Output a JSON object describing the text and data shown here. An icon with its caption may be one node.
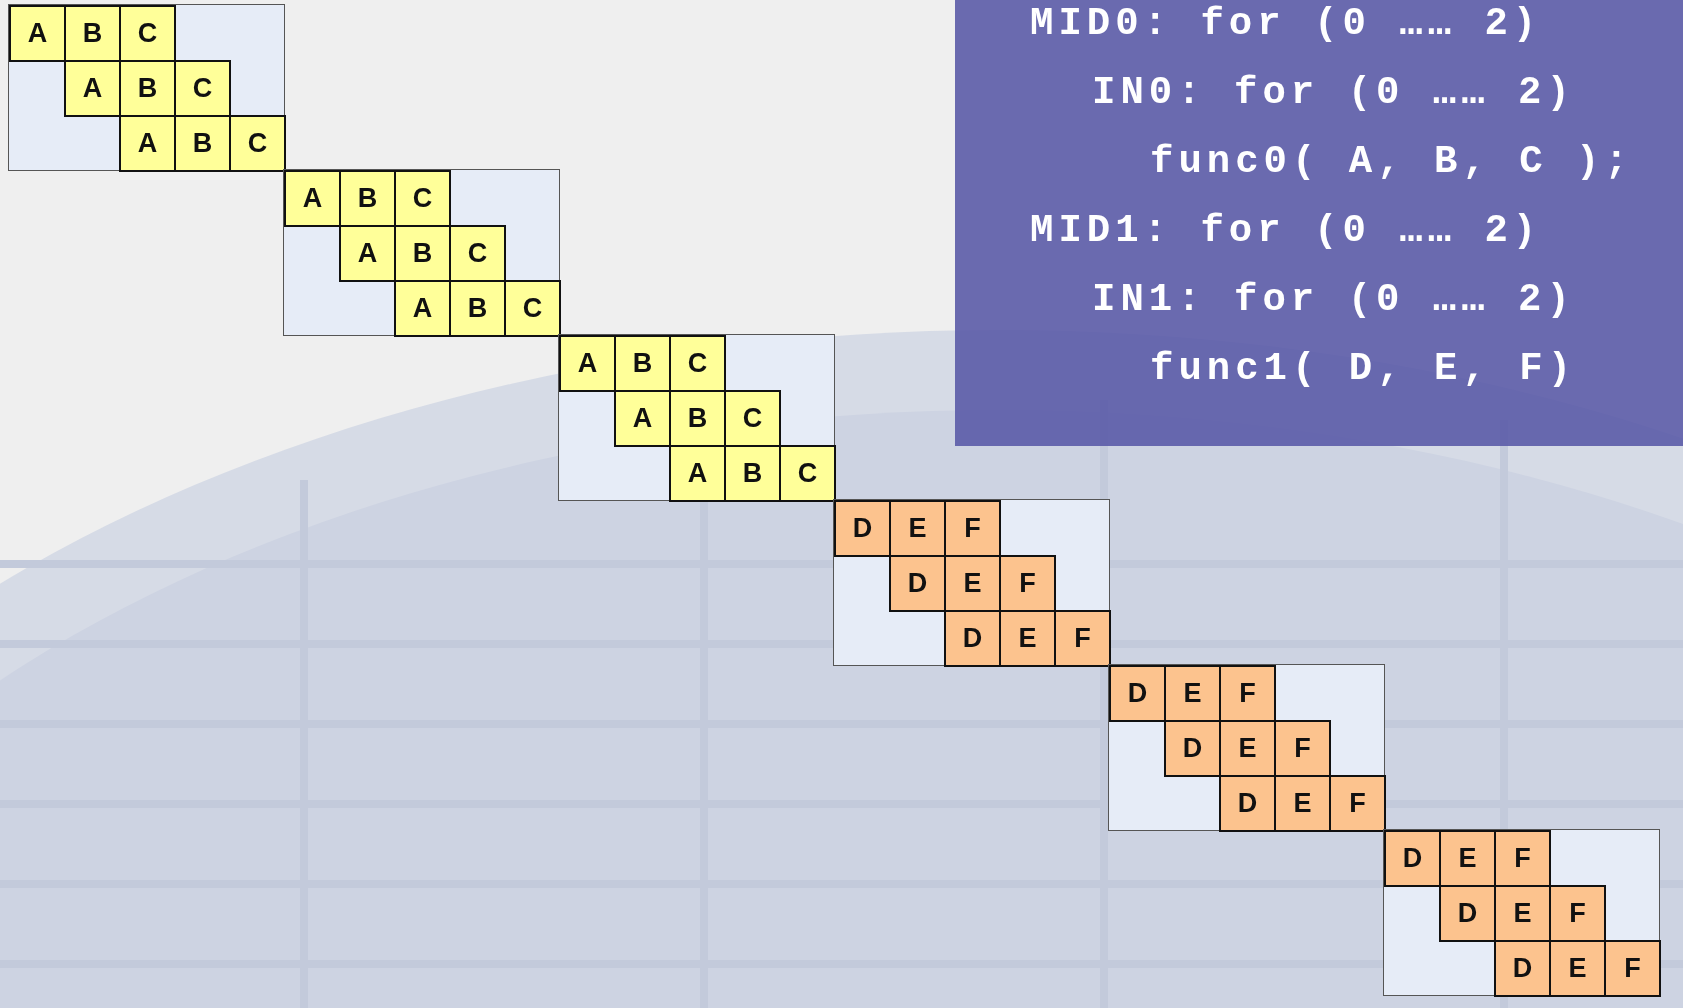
{
  "diagram": {
    "nodes": [
      {
        "text": [],
        "shape": "box"
      },
      {
        "text": [
          "A"
        ],
        "in": 0
      },
      {
        "text": [
          "B"
        ],
        "in": 0
      },
      {
        "text": [
          "C"
        ],
        "in": 0
      },
      {
        "text": [
          "A"
        ],
        "in": 0
      },
      {
        "text": [
          "B"
        ],
        "in": 0
      },
      {
        "text": [
          "C"
        ],
        "in": 0
      },
      {
        "text": [
          "A"
        ],
        "in": 0
      },
      {
        "text": [
          "B"
        ],
        "in": 0
      },
      {
        "text": [
          "C"
        ],
        "in": 0
      },
      {
        "text": [],
        "shape": "box"
      },
      {
        "text": [
          "A"
        ],
        "in": 10
      },
      {
        "text": [
          "B"
        ],
        "in": 10
      },
      {
        "text": [
          "C"
        ],
        "in": 10
      },
      {
        "text": [
          "A"
        ],
        "in": 10
      },
      {
        "text": [
          "B"
        ],
        "in": 10
      },
      {
        "text": [
          "C"
        ],
        "in": 10
      },
      {
        "text": [
          "A"
        ],
        "in": 10
      },
      {
        "text": [
          "B"
        ],
        "in": 10
      },
      {
        "text": [
          "C"
        ],
        "in": 10
      },
      {
        "text": [],
        "shape": "box"
      },
      {
        "text": [
          "A"
        ],
        "in": 20
      },
      {
        "text": [
          "B"
        ],
        "in": 20
      },
      {
        "text": [
          "C"
        ],
        "in": 20
      },
      {
        "text": [
          "A"
        ],
        "in": 20
      },
      {
        "text": [
          "B"
        ],
        "in": 20
      },
      {
        "text": [
          "C"
        ],
        "in": 20
      },
      {
        "text": [
          "A"
        ],
        "in": 20
      },
      {
        "text": [
          "B"
        ],
        "in": 20
      },
      {
        "text": [
          "C"
        ],
        "in": 20
      },
      {
        "text": [],
        "shape": "box"
      },
      {
        "text": [
          "D"
        ],
        "in": 30
      },
      {
        "text": [
          "E"
        ],
        "in": 30
      },
      {
        "text": [
          "F"
        ],
        "in": 30
      },
      {
        "text": [
          "D"
        ],
        "in": 30
      },
      {
        "text": [
          "E"
        ],
        "in": 30
      },
      {
        "text": [
          "F"
        ],
        "in": 30
      },
      {
        "text": [
          "D"
        ],
        "in": 30
      },
      {
        "text": [
          "E"
        ],
        "in": 30
      },
      {
        "text": [
          "F"
        ],
        "in": 30
      },
      {
        "text": [],
        "shape": "box"
      },
      {
        "text": [
          "D"
        ],
        "in": 40
      },
      {
        "text": [
          "E"
        ],
        "in": 40
      },
      {
        "text": [
          "F"
        ],
        "in": 40
      },
      {
        "text": [
          "D"
        ],
        "in": 40
      },
      {
        "text": [
          "E"
        ],
        "in": 40
      },
      {
        "text": [
          "F"
        ],
        "in": 40
      },
      {
        "text": [
          "D"
        ],
        "in": 40
      },
      {
        "text": [
          "E"
        ],
        "in": 40
      },
      {
        "text": [
          "F"
        ],
        "in": 40
      },
      {
        "text": [],
        "shape": "box"
      },
      {
        "text": [
          "D"
        ],
        "in": 50
      },
      {
        "text": [
          "E"
        ],
        "in": 50
      },
      {
        "text": [
          "F"
        ],
        "in": 50
      },
      {
        "text": [
          "D"
        ],
        "in": 50
      },
      {
        "text": [
          "E"
        ],
        "in": 50
      },
      {
        "text": [
          "F"
        ],
        "in": 50
      },
      {
        "text": [
          "D"
        ],
        "in": 50
      },
      {
        "text": [
          "E"
        ],
        "in": 50
      },
      {
        "text": [
          "F"
        ],
        "in": 50
      },
      {
        "text": [
          "MID0: for (0 …… 2)",
          "IN0: for (0 …… 2)",
          "func0( A, B, C );",
          "MID1: for (0 …… 2)",
          "IN1: for (0 …… 2)",
          "func1( D, E, F)"
        ]
      }
    ],
    "edges": []
  }
}
